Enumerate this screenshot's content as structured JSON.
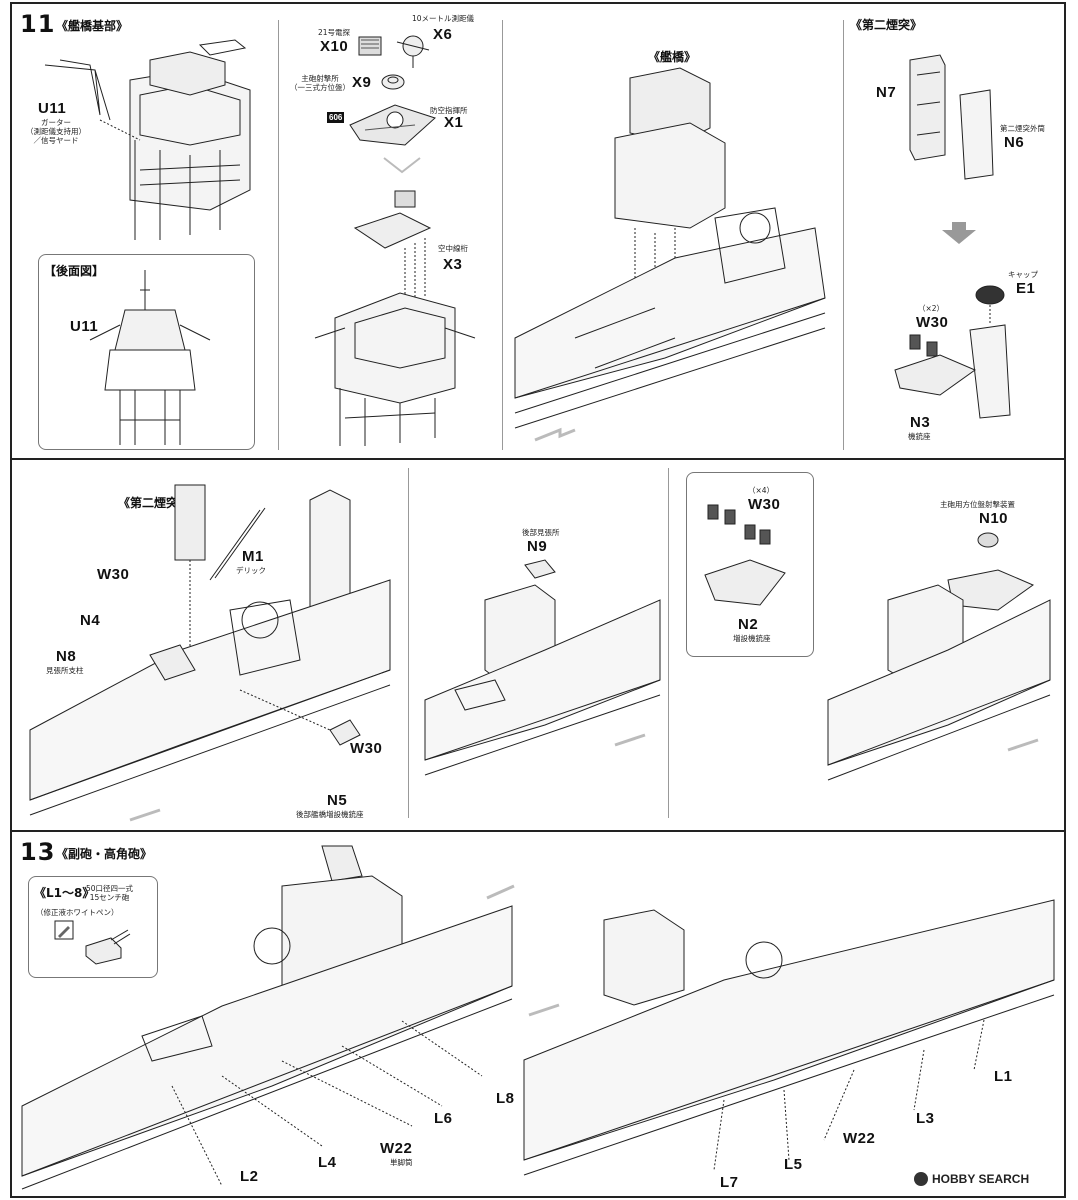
{
  "step11": {
    "number": "11",
    "title": "《艦橋基部》",
    "sub_bridge": "《艦橋》",
    "sub_funnel": "《第二煙突》",
    "rear_view": "【後面図】",
    "parts": {
      "u11": "U11",
      "u11_note": "ガーター\n（測距儀支持用）\n／信号ヤード",
      "u11_rear": "U11",
      "x10": "X10",
      "x10_note": "21号電探",
      "x6": "X6",
      "x6_note": "10メートル測距儀",
      "x9": "X9",
      "x9_note": "主砲射撃所\n（一三式方位盤）",
      "x1": "X1",
      "x1_note": "防空指揮所",
      "tag606": "606",
      "x3": "X3",
      "x3_note": "空中線桁",
      "n7": "N7",
      "n6": "N6",
      "n6_note": "第二煙突外筒",
      "e1": "E1",
      "e1_note": "キャップ",
      "w30_count": "（×2）",
      "w30": "W30",
      "n3": "N3",
      "n3_note": "機銃座"
    }
  },
  "step12": {
    "sub_funnel": "《第二煙突》",
    "parts": {
      "m1": "M1",
      "m1_note": "デリック",
      "w30a": "W30",
      "n4": "N4",
      "n8": "N8",
      "n8_note": "見張所支柱",
      "w30b": "W30",
      "n5": "N5",
      "n5_note": "後部艦橋増設機銃座",
      "n9": "N9",
      "n9_note": "後部見張所",
      "w30_count": "（×4）",
      "w30c": "W30",
      "n2": "N2",
      "n2_note": "増設機銃座",
      "n10": "N10",
      "n10_note": "主砲用方位盤射撃装置"
    }
  },
  "step13": {
    "number": "13",
    "title": "《副砲・高角砲》",
    "inset_title": "《L1～8》",
    "inset_note": "50口径四一式\n15センチ砲",
    "inset_sub": "（修正液ホワイトペン）",
    "parts": {
      "l2": "L2",
      "l4": "L4",
      "w22a": "W22",
      "w22_note": "単脚筒",
      "l6": "L6",
      "l8": "L8",
      "l7": "L7",
      "l5": "L5",
      "w22b": "W22",
      "l3": "L3",
      "l1": "L1"
    }
  },
  "watermark": "HOBBY SEARCH"
}
